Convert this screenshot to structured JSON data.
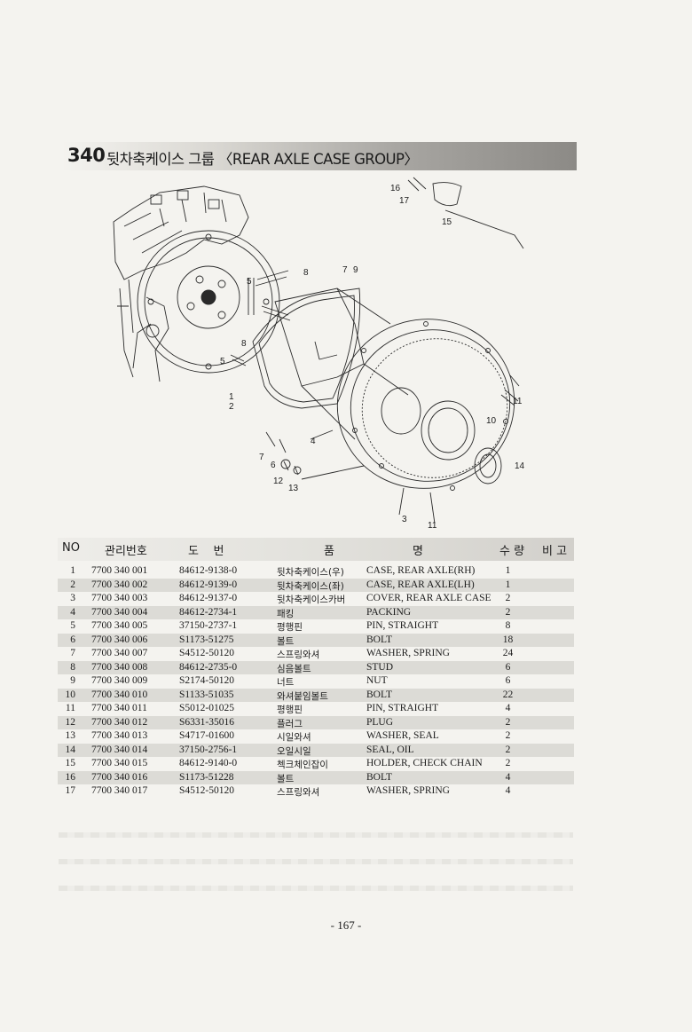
{
  "section": {
    "number": "340",
    "title": "뒷차축케이스 그룹 〈REAR AXLE CASE GROUP〉"
  },
  "diagram": {
    "callouts": [
      "16",
      "17",
      "15",
      "8",
      "7",
      "9",
      "5",
      "8",
      "5",
      "1",
      "2",
      "11",
      "10",
      "4",
      "14",
      "7",
      "6",
      "12",
      "13",
      "3",
      "11"
    ]
  },
  "table": {
    "headers": {
      "no": "NO",
      "mgmt_no": "관리번호",
      "part_no": "도    번",
      "name_kr": "품",
      "name_en": "명",
      "qty": "수 량",
      "remarks": "비 고"
    },
    "rows": [
      {
        "no": "1",
        "mgmt": "7700 340 001",
        "part": "84612-9138-0",
        "kr": "뒷차축케이스(우)",
        "en": "CASE, REAR AXLE(RH)",
        "qty": "1"
      },
      {
        "no": "2",
        "mgmt": "7700 340 002",
        "part": "84612-9139-0",
        "kr": "뒷차축케이스(좌)",
        "en": "CASE, REAR AXLE(LH)",
        "qty": "1"
      },
      {
        "no": "3",
        "mgmt": "7700 340 003",
        "part": "84612-9137-0",
        "kr": "뒷차축케이스카버",
        "en": "COVER, REAR AXLE CASE",
        "qty": "2"
      },
      {
        "no": "4",
        "mgmt": "7700 340 004",
        "part": "84612-2734-1",
        "kr": "패킹",
        "en": "PACKING",
        "qty": "2"
      },
      {
        "no": "5",
        "mgmt": "7700 340 005",
        "part": "37150-2737-1",
        "kr": "평행핀",
        "en": "PIN, STRAIGHT",
        "qty": "8"
      },
      {
        "no": "6",
        "mgmt": "7700 340 006",
        "part": "S1173-51275",
        "kr": "볼트",
        "en": "BOLT",
        "qty": "18"
      },
      {
        "no": "7",
        "mgmt": "7700 340 007",
        "part": "S4512-50120",
        "kr": "스프링와셔",
        "en": "WASHER, SPRING",
        "qty": "24"
      },
      {
        "no": "8",
        "mgmt": "7700 340 008",
        "part": "84612-2735-0",
        "kr": "심음볼트",
        "en": "STUD",
        "qty": "6"
      },
      {
        "no": "9",
        "mgmt": "7700 340 009",
        "part": "S2174-50120",
        "kr": "너트",
        "en": "NUT",
        "qty": "6"
      },
      {
        "no": "10",
        "mgmt": "7700 340 010",
        "part": "S1133-51035",
        "kr": "와셔붙임볼트",
        "en": "BOLT",
        "qty": "22"
      },
      {
        "no": "11",
        "mgmt": "7700 340 011",
        "part": "S5012-01025",
        "kr": "평행핀",
        "en": "PIN, STRAIGHT",
        "qty": "4"
      },
      {
        "no": "12",
        "mgmt": "7700 340 012",
        "part": "S6331-35016",
        "kr": "플러그",
        "en": "PLUG",
        "qty": "2"
      },
      {
        "no": "13",
        "mgmt": "7700 340 013",
        "part": "S4717-01600",
        "kr": "시일와셔",
        "en": "WASHER, SEAL",
        "qty": "2"
      },
      {
        "no": "14",
        "mgmt": "7700 340 014",
        "part": "37150-2756-1",
        "kr": "오일시일",
        "en": "SEAL, OIL",
        "qty": "2"
      },
      {
        "no": "15",
        "mgmt": "7700 340 015",
        "part": "84612-9140-0",
        "kr": "첵크체인잡이",
        "en": "HOLDER, CHECK CHAIN",
        "qty": "2"
      },
      {
        "no": "16",
        "mgmt": "7700 340 016",
        "part": "S1173-51228",
        "kr": "볼트",
        "en": "BOLT",
        "qty": "4"
      },
      {
        "no": "17",
        "mgmt": "7700 340 017",
        "part": "S4512-50120",
        "kr": "스프링와셔",
        "en": "WASHER, SPRING",
        "qty": "4"
      }
    ]
  },
  "page_number": "- 167 -"
}
